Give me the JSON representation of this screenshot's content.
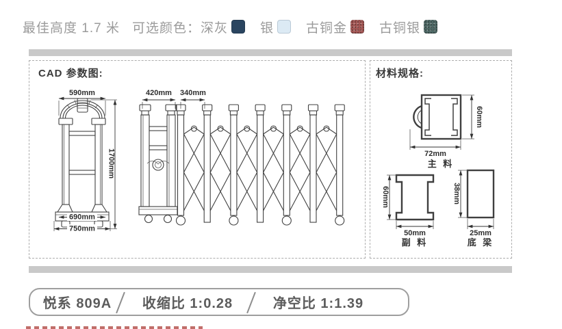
{
  "header": {
    "best_height": "最佳高度 1.7 米",
    "colors_label": "可选颜色：",
    "color_options": [
      {
        "label": "深灰",
        "color": "#2a4560"
      },
      {
        "label": "银",
        "color": "#dceaf4"
      },
      {
        "label": "古铜金",
        "color": "#a65755"
      },
      {
        "label": "古铜银",
        "color": "#4e6966"
      }
    ]
  },
  "cad": {
    "title": "CAD 参数图:",
    "post": {
      "top_width": "590mm",
      "height": "1700mm",
      "base_width": "690mm",
      "overall_base_width": "750mm"
    },
    "gate": {
      "lead_width": "420mm",
      "pitch": "340mm"
    }
  },
  "materials": {
    "title": "材料规格:",
    "main": {
      "label": "主 料",
      "width": "72mm",
      "height": "60mm"
    },
    "aux": {
      "label": "副 料",
      "width": "50mm",
      "height": "60mm"
    },
    "beam": {
      "label": "底 梁",
      "width": "25mm",
      "height": "38mm"
    }
  },
  "footer": {
    "model": "悦系 809A",
    "shrink": "收缩比 1:0.28",
    "clearance": "净空比 1:1.39"
  }
}
